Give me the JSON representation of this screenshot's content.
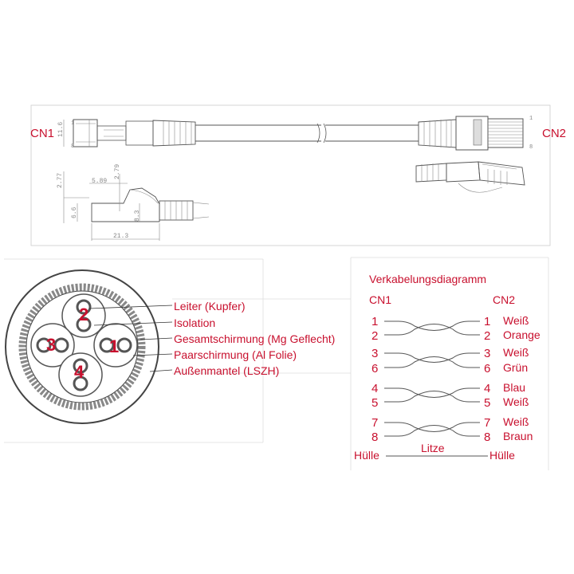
{
  "top_drawing": {
    "cn1_label": "CN1",
    "cn2_label": "CN2",
    "dimensions": {
      "d_11_6": "11.6",
      "d_2_77": "2.77",
      "d_5_89": "5.89",
      "d_2_79": "2.79",
      "d_6_6": "6.6",
      "d_8_3": "8.3",
      "d_21_3": "21.3",
      "pin_1_left": "1",
      "pin_8_left": "8",
      "pin_1_right": "1",
      "pin_8_right": "8"
    }
  },
  "cross_section": {
    "pair_numbers": [
      "2",
      "3",
      "1",
      "4"
    ],
    "labels": [
      "Leiter (Kupfer)",
      "Isolation",
      "Gesamtschirmung (Mg Geflecht)",
      "Paarschirmung (Al Folie)",
      "Außenmantel (LSZH)"
    ]
  },
  "wiring": {
    "title": "Verkabelungsdiagramm",
    "cn1_header": "CN1",
    "cn2_header": "CN2",
    "pairs": [
      {
        "left_top": "1",
        "left_bottom": "2",
        "right_top": "1",
        "right_bottom": "2",
        "color_top": "Weiß",
        "color_bottom": "Orange"
      },
      {
        "left_top": "3",
        "left_bottom": "6",
        "right_top": "3",
        "right_bottom": "6",
        "color_top": "Weiß",
        "color_bottom": "Grün"
      },
      {
        "left_top": "4",
        "left_bottom": "5",
        "right_top": "4",
        "right_bottom": "5",
        "color_top": "Blau",
        "color_bottom": "Weiß"
      },
      {
        "left_top": "7",
        "left_bottom": "8",
        "right_top": "7",
        "right_bottom": "8",
        "color_top": "Weiß",
        "color_bottom": "Braun"
      }
    ],
    "litze_label": "Litze",
    "huelle_left": "Hülle",
    "huelle_right": "Hülle"
  }
}
